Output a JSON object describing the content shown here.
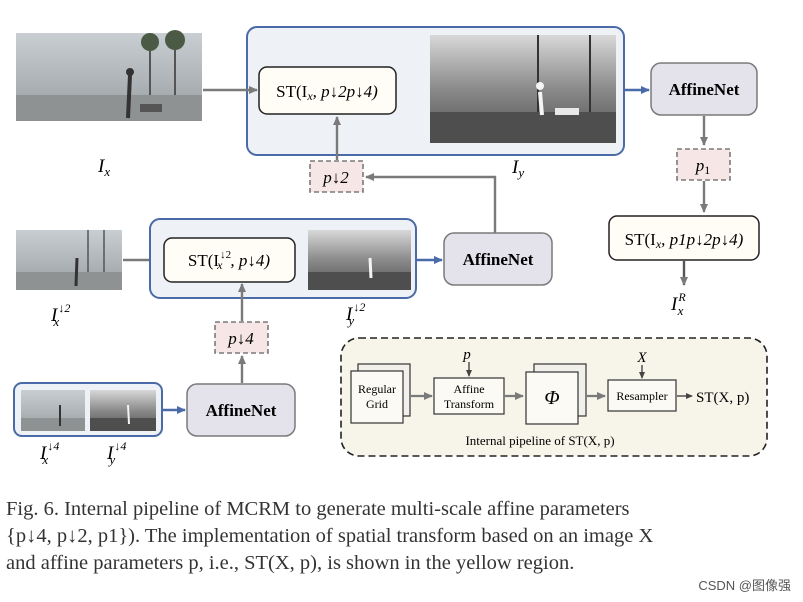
{
  "stage1": {
    "st_label": "ST(I",
    "st_sub_x": "x",
    "st_rest": ", p↓2p↓4)",
    "affinenet": "AffineNet",
    "p1": "p",
    "p1_sub": "1",
    "st_out": "ST(I",
    "st_out_sub": "x",
    "st_out_rest": ", p1p↓2p↓4)",
    "ix_label": "I",
    "ix_sub": "x",
    "iy_label": "I",
    "iy_sub": "y",
    "ixr_label": "I",
    "ixr_sub": "x",
    "ixr_sup": "R"
  },
  "stage2": {
    "st_label": "ST(I",
    "st_sub_x": "x",
    "st_sup": "↓2",
    "st_rest": ", p↓4)",
    "affinenet": "AffineNet",
    "p2": "p↓2",
    "ix_label": "I",
    "ix_sub": "x",
    "ix_sup": "↓2",
    "iy_label": "I",
    "iy_sub": "y",
    "iy_sup": "↓2"
  },
  "stage3": {
    "affinenet": "AffineNet",
    "p4": "p↓4",
    "ix_label": "I",
    "ix_sub": "x",
    "ix_sup": "↓4",
    "iy_label": "I",
    "iy_sub": "y",
    "iy_sup": "↓4"
  },
  "pipeline": {
    "grid_line1": "Regular",
    "grid_line2": "Grid",
    "affine_line1": "Affine",
    "affine_line2": "Transform",
    "p_label": "p",
    "phi": "Φ",
    "x_label": "X",
    "resampler": "Resampler",
    "st_out": "ST(X, p)",
    "caption": "Internal pipeline of ST(X, p)"
  },
  "caption": {
    "line1": "Fig. 6.    Internal pipeline of MCRM to generate multi-scale affine parameters",
    "line2": "{p↓4, p↓2, p1}). The implementation of spatial transform based on an image X",
    "line3": "and affine parameters p, i.e., ST(X, p), is shown in the yellow region."
  },
  "watermark": "CSDN @图像强",
  "colors": {
    "blue_border": "#4a6aa8",
    "blue_fill": "#eef2f6",
    "pink_fill": "#f6e6e6",
    "gray_box": "#e4e2ea",
    "yellow_fill": "#f7f5e9",
    "arrow_gray": "#7a7a7a"
  }
}
